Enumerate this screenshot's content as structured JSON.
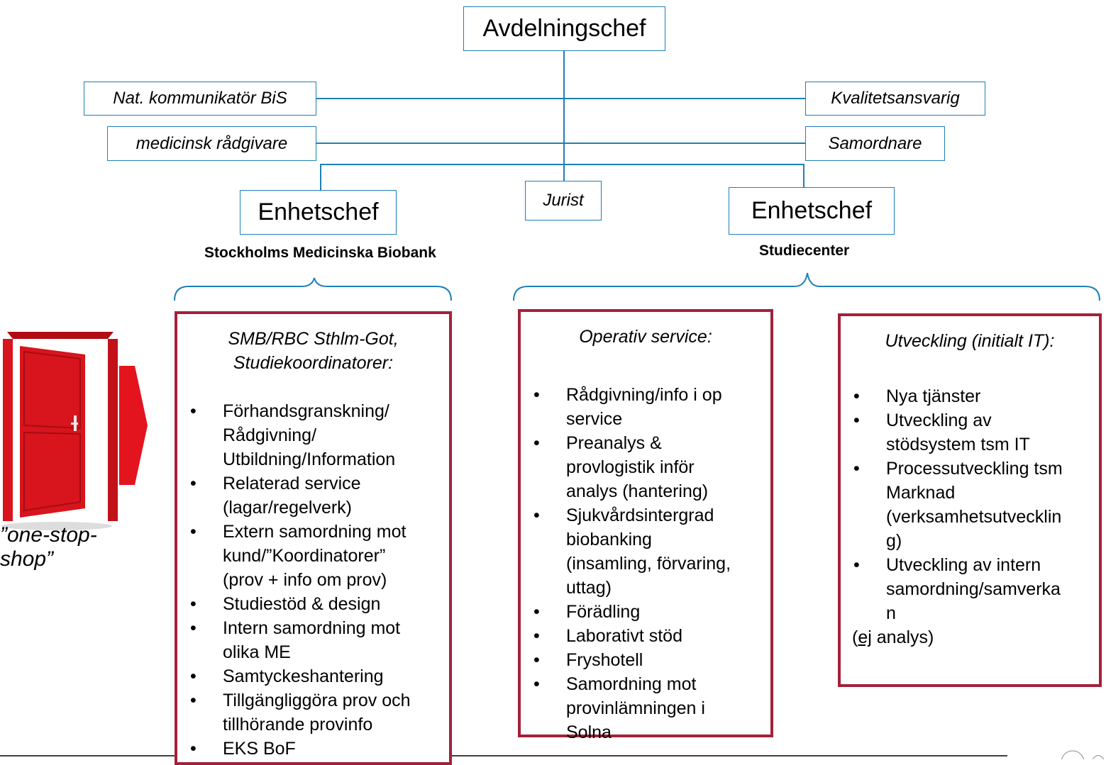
{
  "top": {
    "title": "Avdelningschef"
  },
  "staff": {
    "left": [
      "Nat. kommunikatör BiS",
      "medicinsk rådgivare"
    ],
    "right": [
      "Kvalitetsansvarig",
      "Samordnare"
    ],
    "center": "Jurist"
  },
  "units": [
    {
      "title": "Enhetschef",
      "label": "Stockholms Medicinska Biobank"
    },
    {
      "title": "Enhetschef",
      "label": "Studiecenter"
    }
  ],
  "boxes": {
    "smb": {
      "header": [
        "SMB/RBC Sthlm-Got,",
        "Studiekoordinatorer:"
      ],
      "items": [
        [
          "Förhandsgranskning/",
          "Rådgivning/",
          "Utbildning/Information"
        ],
        [
          "Relaterad service",
          "(lagar/regelverk)"
        ],
        [
          "Extern samordning mot",
          "kund/”Koordinatorer”",
          "(prov + info om prov)"
        ],
        [
          "Studiestöd & design"
        ],
        [
          "Intern samordning mot",
          "olika ME"
        ],
        [
          "Samtyckeshantering"
        ],
        [
          "Tillgängliggöra prov och",
          "tillhörande provinfo"
        ],
        [
          "EKS BoF"
        ]
      ]
    },
    "operativ": {
      "header": [
        "Operativ service:"
      ],
      "items": [
        [
          "Rådgivning/info i op",
          "service"
        ],
        [
          "Preanalys &",
          "provlogistik inför",
          "analys (hantering)"
        ],
        [
          "Sjukvårdsintergrad",
          "biobanking",
          "(insamling, förvaring,",
          "uttag)"
        ],
        [
          "Förädling"
        ],
        [
          "Laborativt stöd"
        ],
        [
          "Fryshotell"
        ],
        [
          "Samordning mot",
          "provinlämningen i",
          "Solna"
        ]
      ]
    },
    "utveckling": {
      "header": [
        "Utveckling (initialt IT):"
      ],
      "items": [
        [
          "Nya tjänster"
        ],
        [
          "Utveckling av",
          "stödsystem tsm IT"
        ],
        [
          "Processutveckling tsm",
          "Marknad",
          "(verksamhetsutvecklin",
          "g)"
        ],
        [
          "Utveckling av intern",
          "samordning/samverka",
          "n"
        ]
      ],
      "note_underlined": "ej",
      "note_rest": " analys)",
      "note_open": "("
    }
  },
  "one_stop_shop": [
    "”one-stop-",
    "shop”"
  ],
  "colors": {
    "connector": "#1f7fb6",
    "box_border": "#a3213a",
    "door": "#d8141c",
    "arrow": "#e3141e"
  },
  "icons": [
    "open-door-icon",
    "right-arrow-icon",
    "crown-logo-icon"
  ]
}
